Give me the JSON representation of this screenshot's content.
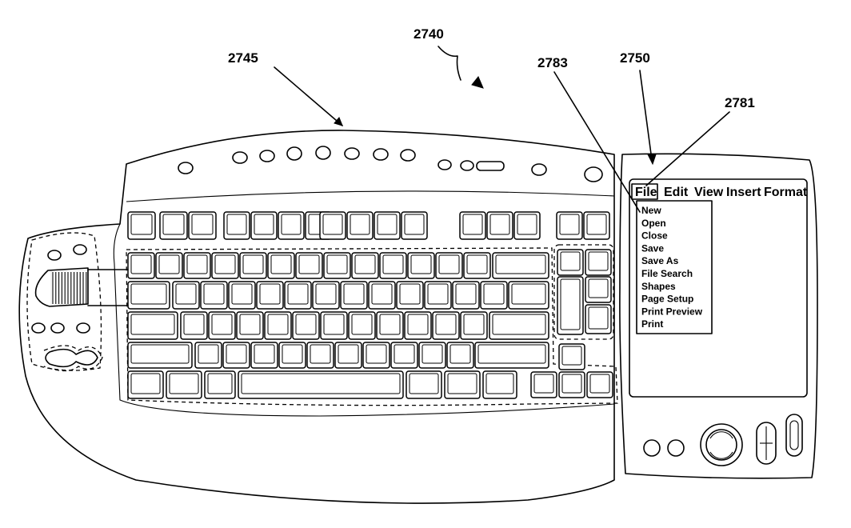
{
  "reference_numerals": {
    "keyboard": "2745",
    "assembly": "2740",
    "menu_list": "2783",
    "display_unit": "2750",
    "file_menu": "2781"
  },
  "screen": {
    "menu_bar": [
      "File",
      "Edit",
      "View",
      "Insert",
      "Format"
    ],
    "dropdown_items": [
      "New",
      "Open",
      "Close",
      "Save",
      "Save As",
      "File Search",
      "Shapes",
      "Page Setup",
      "Print Preview",
      "Print"
    ]
  }
}
